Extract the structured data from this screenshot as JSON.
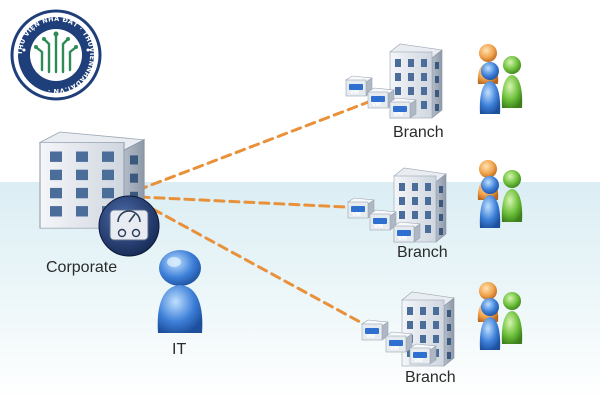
{
  "logo": {
    "ring_text": "THƯ VIỆN NHÀ ĐẤT · THUVIENNHADAT.VN ·",
    "ring_color": "#1f3f7a",
    "accent_color": "#2e8b57"
  },
  "corporate": {
    "label": "Corporate",
    "device_icon": "dashboard-appliance-icon"
  },
  "it": {
    "label": "IT",
    "icon": "person-icon"
  },
  "branches": [
    {
      "label": "Branch",
      "vm_labels": [
        "VM",
        "VM",
        "VM"
      ]
    },
    {
      "label": "Branch",
      "vm_labels": [
        "VM",
        "VM",
        "VM"
      ]
    },
    {
      "label": "Branch",
      "vm_labels": [
        "VM",
        "VM",
        "VM"
      ]
    }
  ],
  "colors": {
    "link": "#e8913a",
    "building": "#c9d2dc",
    "window": "#4b6d9a",
    "person_orange": "#f0a24a",
    "person_blue": "#3d7fd8",
    "person_green": "#6cbf3a"
  }
}
